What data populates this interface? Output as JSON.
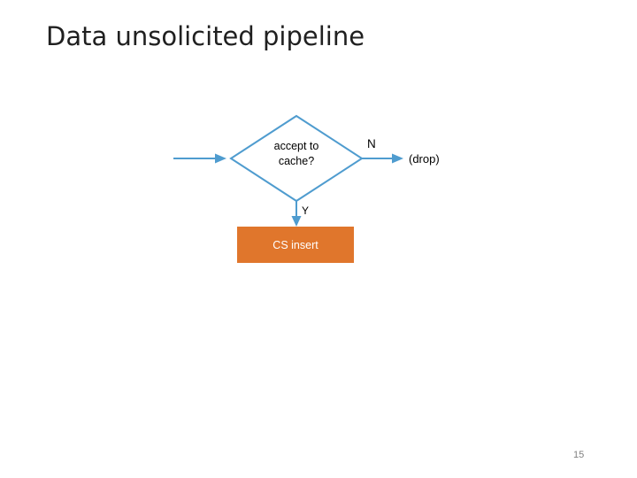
{
  "slide": {
    "title": "Data unsolicited pipeline",
    "page_number": "15"
  },
  "diagram": {
    "decision": {
      "line1": "accept to",
      "line2": "cache?"
    },
    "branch_no_label": "N",
    "drop_label": "(drop)",
    "branch_yes_label": "Y",
    "process_label": "CS insert"
  },
  "colors": {
    "connector": "#4f9ccf",
    "decision_outline": "#4f9ccf",
    "process_fill": "#e0762c",
    "process_text": "#ffffff",
    "title_text": "#202020",
    "page_number_text": "#808080"
  }
}
